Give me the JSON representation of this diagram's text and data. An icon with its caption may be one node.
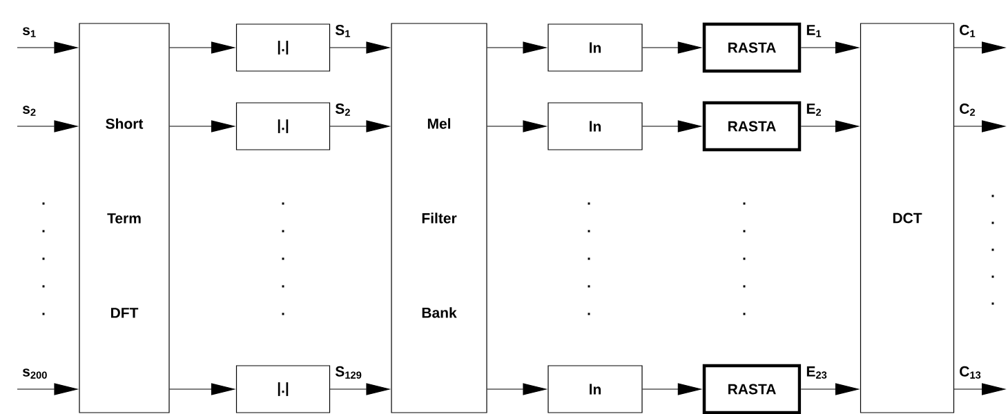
{
  "diagram": {
    "nodes": [
      {
        "text": [
          "Short Term DFT"
        ]
      },
      {
        "text": [
          "|.|"
        ]
      },
      {
        "text": [
          "|.|"
        ]
      },
      {
        "text": [
          "|.|"
        ]
      },
      {
        "text": [
          "Mel Filter Bank"
        ]
      },
      {
        "text": [
          "ln"
        ]
      },
      {
        "text": [
          "ln"
        ]
      },
      {
        "text": [
          "ln"
        ]
      },
      {
        "text": [
          "RASTA"
        ]
      },
      {
        "text": [
          "RASTA"
        ]
      },
      {
        "text": [
          "RASTA"
        ]
      },
      {
        "text": [
          "DCT"
        ]
      }
    ],
    "edges": [
      {
        "from": null,
        "to": 0,
        "arrow": "to",
        "label": "s$_{1}$"
      },
      {
        "from": null,
        "to": 0,
        "arrow": "to",
        "label": "s$_{2}$"
      },
      {
        "from": null,
        "to": 0,
        "arrow": "to",
        "label": "s$_{200}$"
      },
      {
        "from": 0,
        "to": 1,
        "arrow": "to"
      },
      {
        "from": 0,
        "to": 2,
        "arrow": "to"
      },
      {
        "from": 0,
        "to": 3,
        "arrow": "to"
      },
      {
        "from": 1,
        "to": 4,
        "arrow": "to",
        "label": "S$_{1}$"
      },
      {
        "from": 2,
        "to": 4,
        "arrow": "to",
        "label": "S$_{2}$"
      },
      {
        "from": 3,
        "to": 4,
        "arrow": "to",
        "label": "S$_{129}$"
      },
      {
        "from": 4,
        "to": 5,
        "arrow": "to"
      },
      {
        "from": 4,
        "to": 6,
        "arrow": "to"
      },
      {
        "from": 4,
        "to": 7,
        "arrow": "to"
      },
      {
        "from": 5,
        "to": 8,
        "arrow": "to"
      },
      {
        "from": 6,
        "to": 9,
        "arrow": "to"
      },
      {
        "from": 7,
        "to": 10,
        "arrow": "to"
      },
      {
        "from": 8,
        "to": 11,
        "arrow": "to",
        "label": "E$_{1}$"
      },
      {
        "from": 9,
        "to": 11,
        "arrow": "to",
        "label": "E$_{2}$"
      },
      {
        "from": 10,
        "to": 11,
        "arrow": "to",
        "label": "E$_{23}$"
      },
      {
        "from": 11,
        "to": null,
        "arrow": "to",
        "label": "C$_{1}$"
      },
      {
        "from": 11,
        "to": null,
        "arrow": "to",
        "label": "C$_{2}$"
      },
      {
        "from": 11,
        "to": null,
        "arrow": "to",
        "label": "C$_{13}$"
      }
    ],
    "labels": [
      ". . . . .",
      ". . . . .",
      ". . . . .",
      ". . . . .",
      ". . . . ."
    ]
  }
}
